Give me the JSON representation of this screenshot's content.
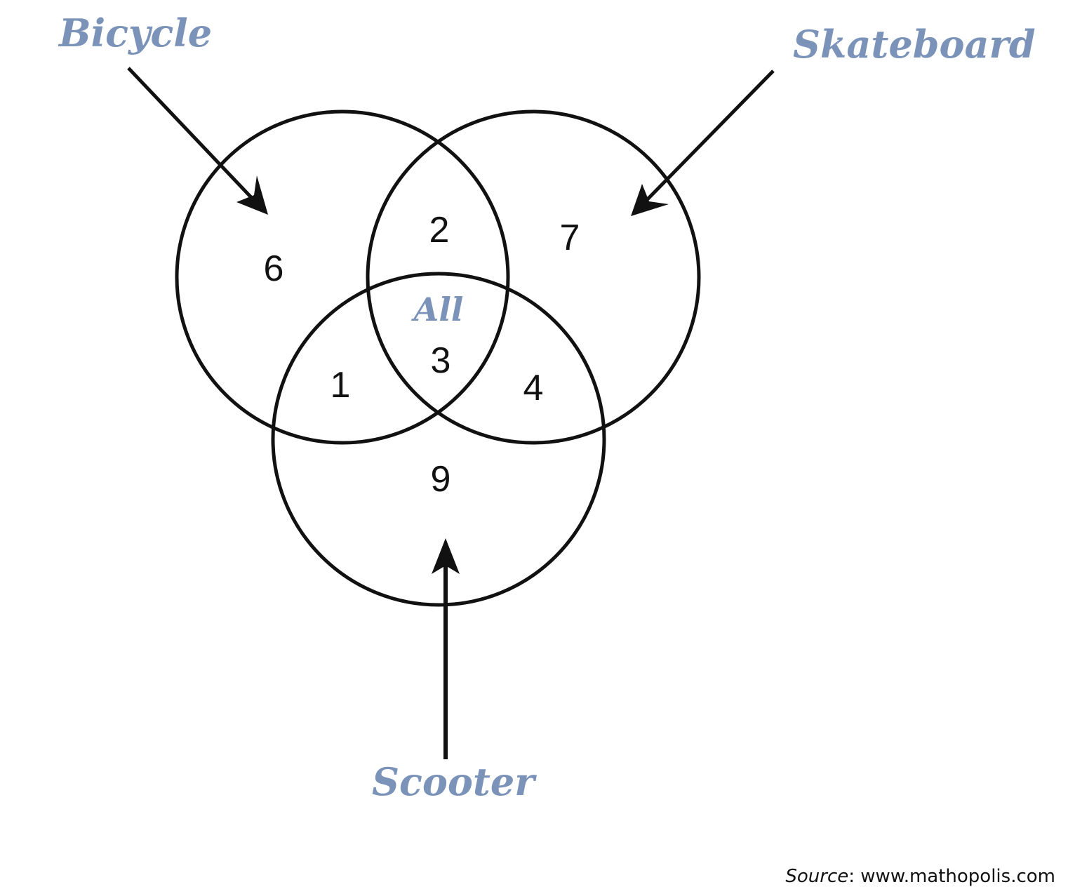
{
  "diagram": {
    "sets": {
      "bicycle": "Bicycle",
      "skateboard": "Skateboard",
      "scooter": "Scooter"
    },
    "center_label": "All",
    "regions": {
      "bicycle_only": "6",
      "bicycle_skateboard": "2",
      "skateboard_only": "7",
      "bicycle_scooter": "1",
      "all_three": "3",
      "skateboard_scooter": "4",
      "scooter_only": "9"
    },
    "colors": {
      "label": "#7b93b8",
      "outline": "#111111"
    }
  },
  "source": {
    "prefix": "Source",
    "text": ":  www.mathopolis.com"
  }
}
